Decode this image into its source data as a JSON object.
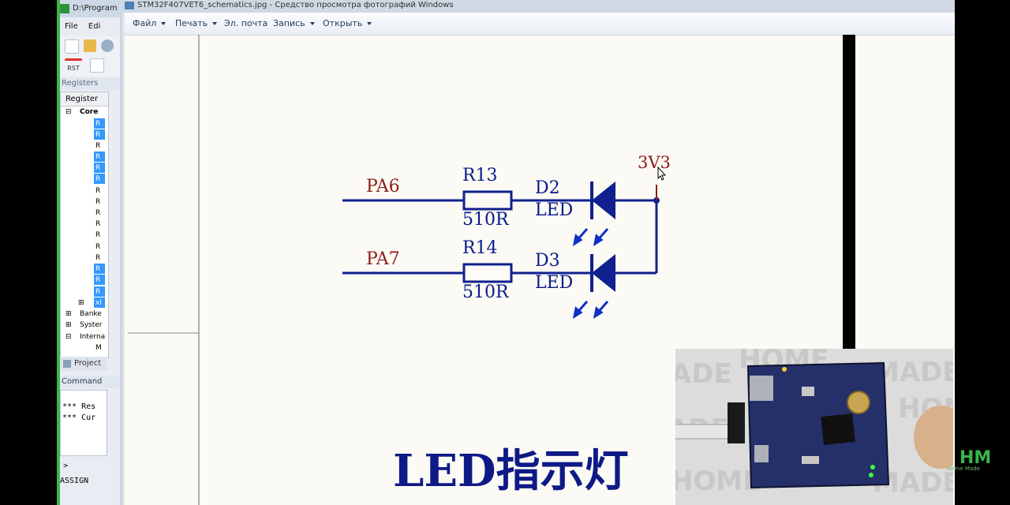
{
  "ide": {
    "title": "D:\\Program",
    "menu": [
      "File",
      "Edi"
    ],
    "toolbar_rst": "RST",
    "registers_title": "Registers",
    "register_header": "Register",
    "tree": {
      "core": "Core",
      "leaf": "R",
      "leaf_x": "xl",
      "banked": "Banke",
      "system": "Syster",
      "internal": "Interna",
      "internal_child": "M"
    },
    "project_tab": "Project",
    "command_title": "Command",
    "command_lines": [
      "*** Res",
      "*** Cur"
    ],
    "prompt": ">",
    "assign": "ASSIGN"
  },
  "viewer": {
    "title": "STM32F407VET6_schematics.jpg - Средство просмотра фотографий Windows",
    "menu": [
      {
        "label": "Файл",
        "dropdown": true
      },
      {
        "label": "Печать",
        "dropdown": true
      },
      {
        "label": "Эл. почта",
        "dropdown": false
      },
      {
        "label": "Запись",
        "dropdown": true
      },
      {
        "label": "Открыть",
        "dropdown": true
      }
    ]
  },
  "schematic": {
    "net1": "PA6",
    "net2": "PA7",
    "r1_name": "R13",
    "r1_value": "510R",
    "r2_name": "R14",
    "r2_value": "510R",
    "d1_name": "D2",
    "d1_type": "LED",
    "d2_name": "D3",
    "d2_type": "LED",
    "supply": "3V3",
    "title": "LED指示灯"
  },
  "inset": {
    "watermark": [
      "ADE",
      "HOME",
      "MADE",
      "HOM",
      "ADE",
      "HOME",
      "MADE"
    ]
  },
  "colors": {
    "wire": "#10208f",
    "red_label": "#8c1c14",
    "selection": "#3399ff",
    "logo": "#3bb54a"
  },
  "logo": {
    "text": "HM",
    "sub": "Home Made"
  }
}
